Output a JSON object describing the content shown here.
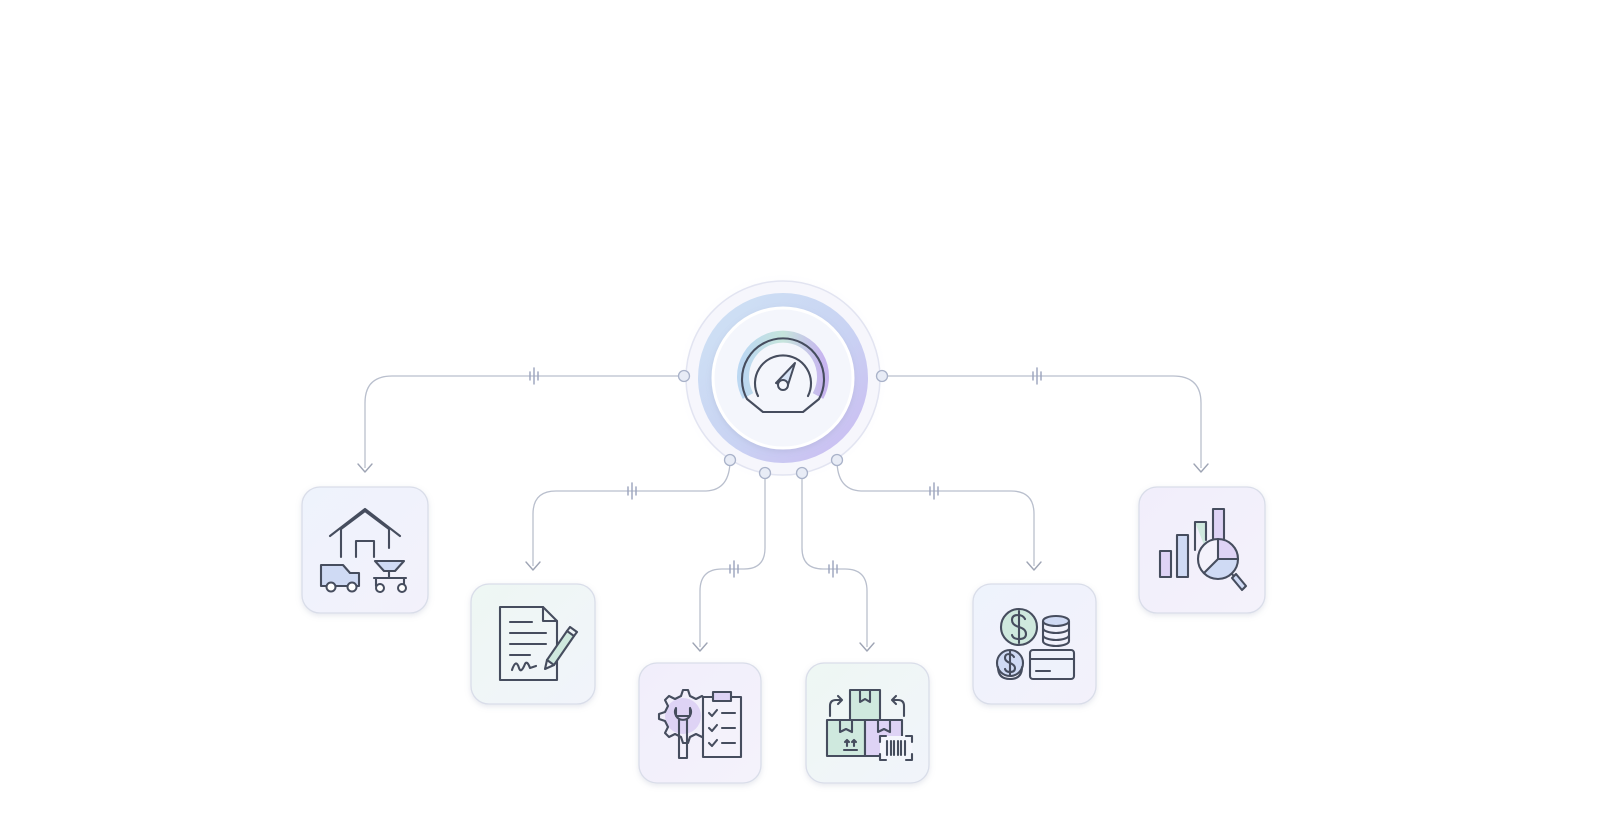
{
  "diagram": {
    "hub": {
      "icon": "speedometer-icon"
    },
    "nodes": [
      {
        "id": "fleet",
        "icon": "warehouse-vehicles-icon"
      },
      {
        "id": "contract",
        "icon": "signed-document-icon"
      },
      {
        "id": "maintenance",
        "icon": "gear-wrench-checklist-icon"
      },
      {
        "id": "inventory",
        "icon": "boxes-barcode-icon"
      },
      {
        "id": "payments",
        "icon": "coins-card-icon"
      },
      {
        "id": "analytics",
        "icon": "chart-magnifier-icon"
      }
    ]
  },
  "colors": {
    "connector": "#b9bfcd",
    "icon_stroke": "#464d5e",
    "accent_blue": "#cfdaf4",
    "accent_green": "#cfe9de",
    "accent_purple": "#ded3f5"
  }
}
